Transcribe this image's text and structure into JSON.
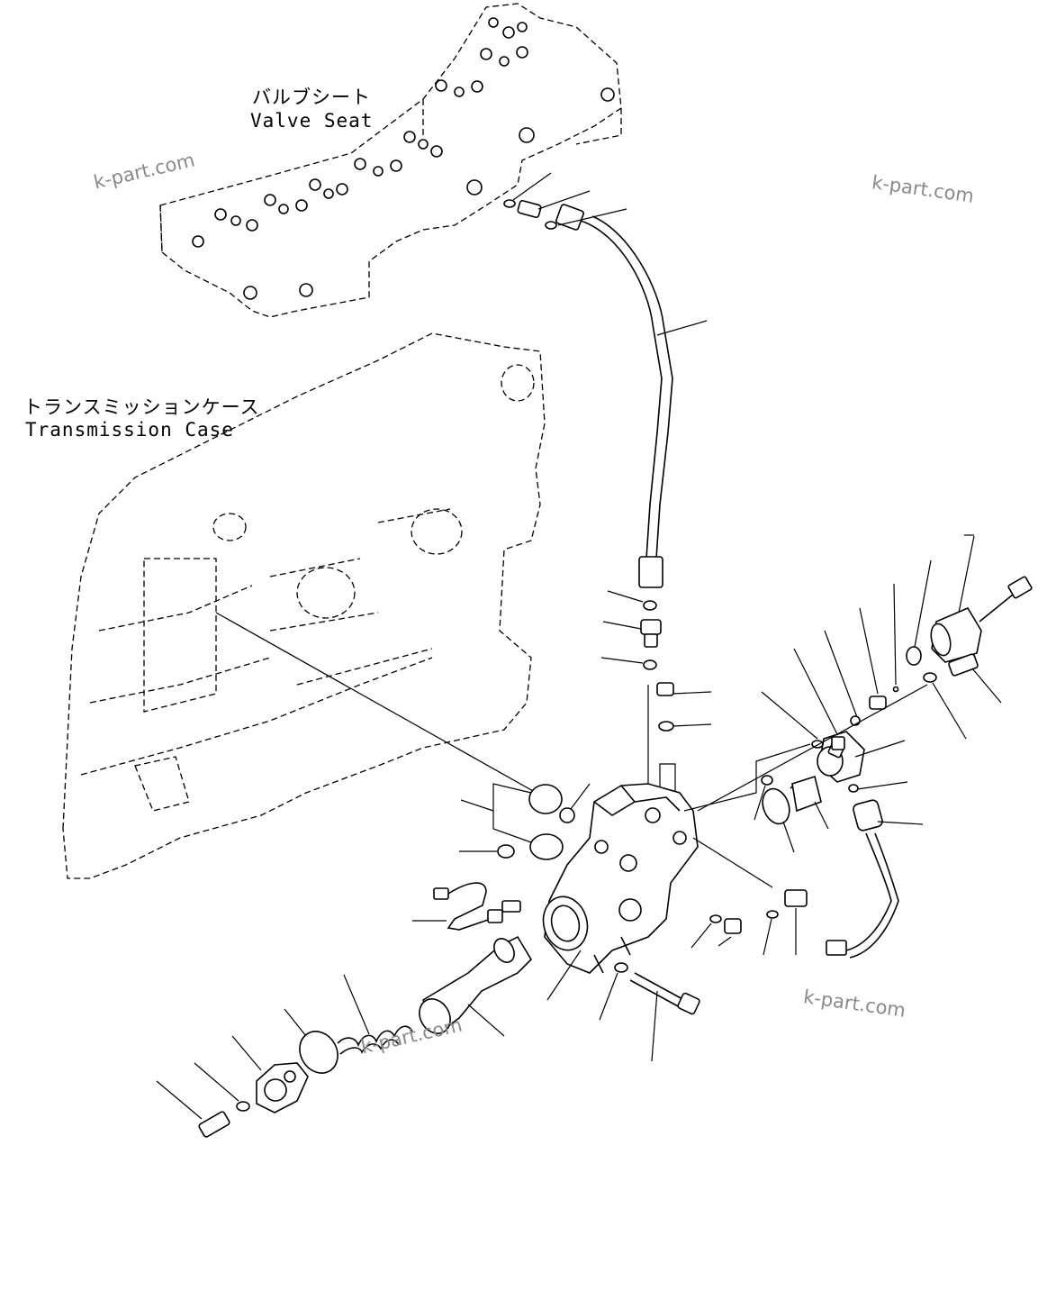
{
  "labels": {
    "valve_seat_jp": "バルブシート",
    "valve_seat_en": "Valve Seat",
    "transmission_case_jp": "トランスミッションケース",
    "transmission_case_en": "Transmission Case"
  },
  "watermarks": [
    "k-part.com",
    "k-part.com",
    "k-part.com",
    "k-part.com"
  ],
  "colors": {
    "line": "#000000",
    "watermark": "#8a8a8a",
    "background": "#ffffff"
  }
}
